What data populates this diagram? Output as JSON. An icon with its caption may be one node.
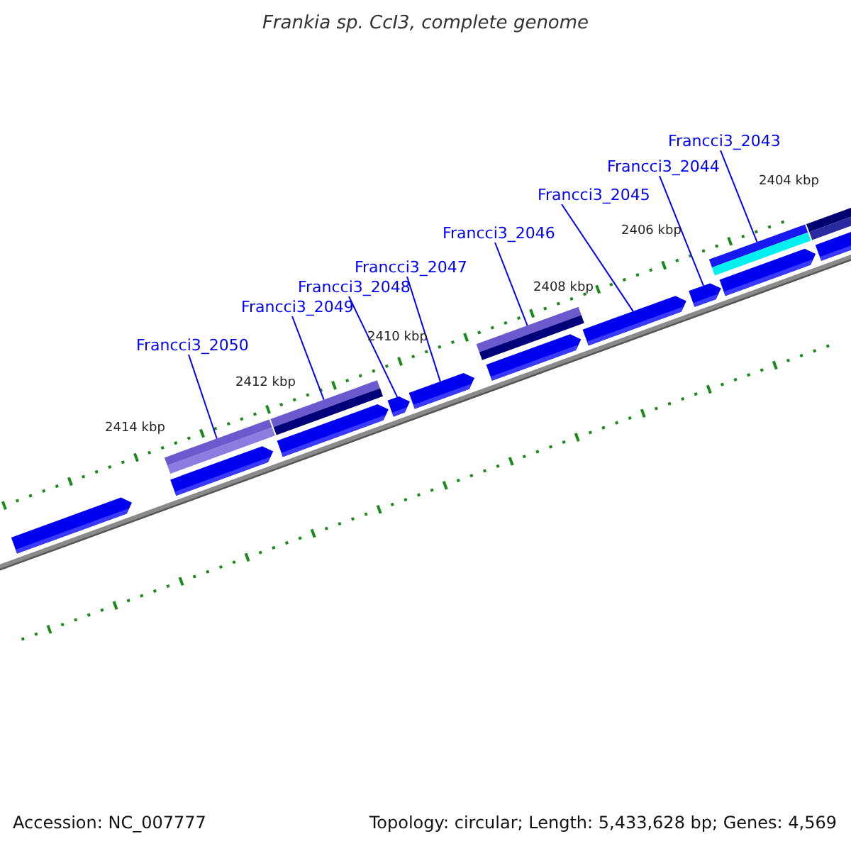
{
  "diagram": {
    "title": "Frankia sp. CcI3, complete genome",
    "nodes": [
      {
        "text": [
          "Francci3_2050"
        ]
      },
      {
        "text": [
          "Francci3_2049"
        ]
      },
      {
        "text": [
          "Francci3_2048"
        ]
      },
      {
        "text": [
          "Francci3_2047"
        ]
      },
      {
        "text": [
          "Francci3_2046"
        ]
      },
      {
        "text": [
          "Francci3_2045"
        ]
      },
      {
        "text": [
          "Francci3_2044"
        ]
      },
      {
        "text": [
          "Francci3_2043"
        ]
      },
      {
        "text": [],
        "shape": "pentagon"
      },
      {
        "text": [],
        "shape": "bar"
      },
      {
        "text": [],
        "shape": "pentagon"
      },
      {
        "text": [],
        "shape": "bar"
      },
      {
        "text": [],
        "shape": "pentagon"
      },
      {
        "text": [],
        "shape": "pentagon"
      },
      {
        "text": [],
        "shape": "pentagon"
      },
      {
        "text": [],
        "shape": "bar"
      },
      {
        "text": [],
        "shape": "pentagon"
      },
      {
        "text": [],
        "shape": "pentagon"
      },
      {
        "text": [],
        "shape": "pentagon"
      },
      {
        "text": [],
        "shape": "bar"
      },
      {
        "text": [],
        "shape": "pentagon"
      },
      {
        "text": [],
        "shape": "bar"
      },
      {
        "text": [],
        "shape": "pentagon"
      }
    ],
    "edges": [
      {
        "from": 0,
        "to": 9,
        "arrow": "none"
      },
      {
        "from": 1,
        "to": 11,
        "arrow": "none"
      },
      {
        "from": 2,
        "to": 13,
        "arrow": "none"
      },
      {
        "from": 3,
        "to": 14,
        "arrow": "none"
      },
      {
        "from": 4,
        "to": 15,
        "arrow": "none"
      },
      {
        "from": 5,
        "to": 17,
        "arrow": "none"
      },
      {
        "from": 6,
        "to": 18,
        "arrow": "none"
      },
      {
        "from": 7,
        "to": 19,
        "arrow": "none"
      }
    ],
    "labels": [
      "2414 kbp",
      "2412 kbp",
      "2410 kbp",
      "2408 kbp",
      "2406 kbp",
      "2404 kbp",
      "Accession: NC_007777",
      "Topology: circular; Length: 5,433,628 bp; Genes: 4,569"
    ]
  }
}
